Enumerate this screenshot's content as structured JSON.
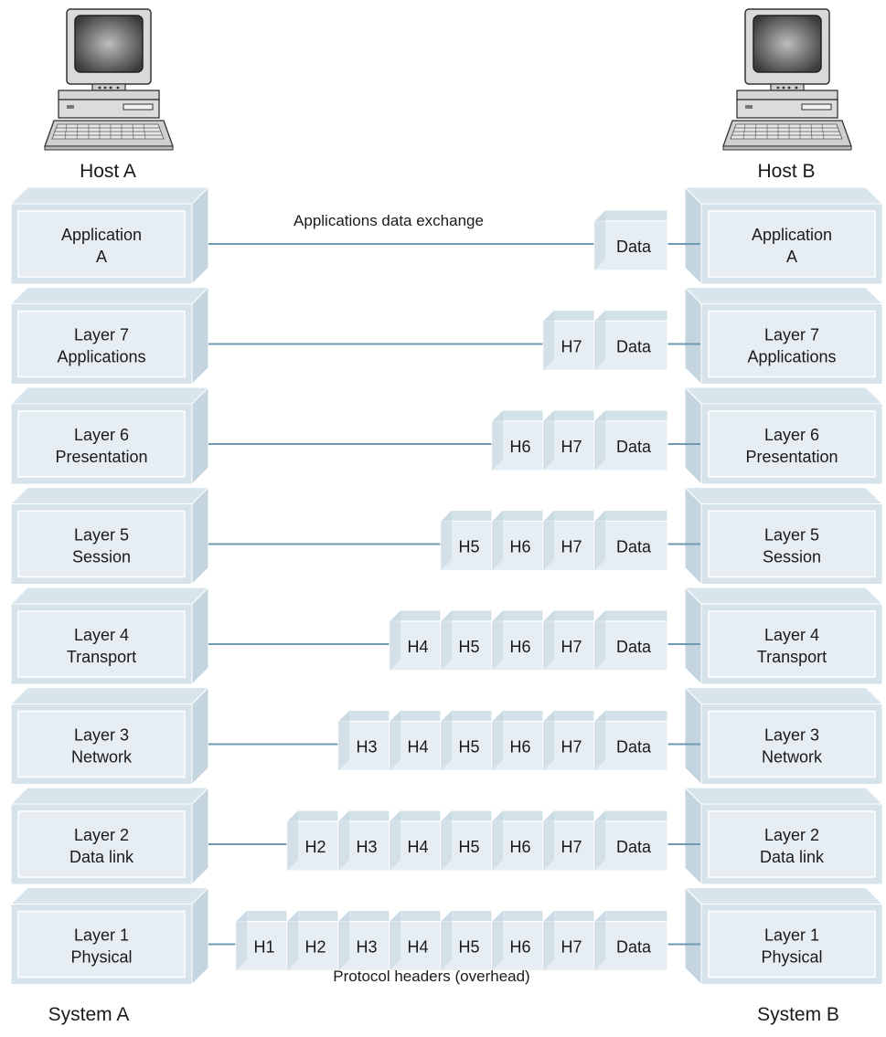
{
  "hosts": [
    {
      "id": "a",
      "label": "Host A",
      "computer_icon": "desktop-computer-icon"
    },
    {
      "id": "b",
      "label": "Host B",
      "computer_icon": "desktop-computer-icon"
    }
  ],
  "systems": {
    "left": {
      "label": "System A"
    },
    "right": {
      "label": "System B"
    }
  },
  "layers": [
    {
      "line1": "Application",
      "line2": "A",
      "headers": []
    },
    {
      "line1": "Layer 7",
      "line2": "Applications",
      "headers": [
        "H7"
      ]
    },
    {
      "line1": "Layer 6",
      "line2": "Presentation",
      "headers": [
        "H6",
        "H7"
      ]
    },
    {
      "line1": "Layer 5",
      "line2": "Session",
      "headers": [
        "H5",
        "H6",
        "H7"
      ]
    },
    {
      "line1": "Layer 4",
      "line2": "Transport",
      "headers": [
        "H4",
        "H5",
        "H6",
        "H7"
      ]
    },
    {
      "line1": "Layer 3",
      "line2": "Network",
      "headers": [
        "H3",
        "H4",
        "H5",
        "H6",
        "H7"
      ]
    },
    {
      "line1": "Layer 2",
      "line2": "Data link",
      "headers": [
        "H2",
        "H3",
        "H4",
        "H5",
        "H6",
        "H7"
      ]
    },
    {
      "line1": "Layer 1",
      "line2": "Physical",
      "headers": [
        "H1",
        "H2",
        "H3",
        "H4",
        "H5",
        "H6",
        "H7"
      ]
    }
  ],
  "data_label": "Data",
  "annotations": {
    "top": "Applications data exchange",
    "bottom": "Protocol headers (overhead)"
  },
  "colors": {
    "box_front": "#e6eef3",
    "box_side": "#c4d5df",
    "box_top": "#d6e3ea",
    "line": "#6f9bb2"
  }
}
